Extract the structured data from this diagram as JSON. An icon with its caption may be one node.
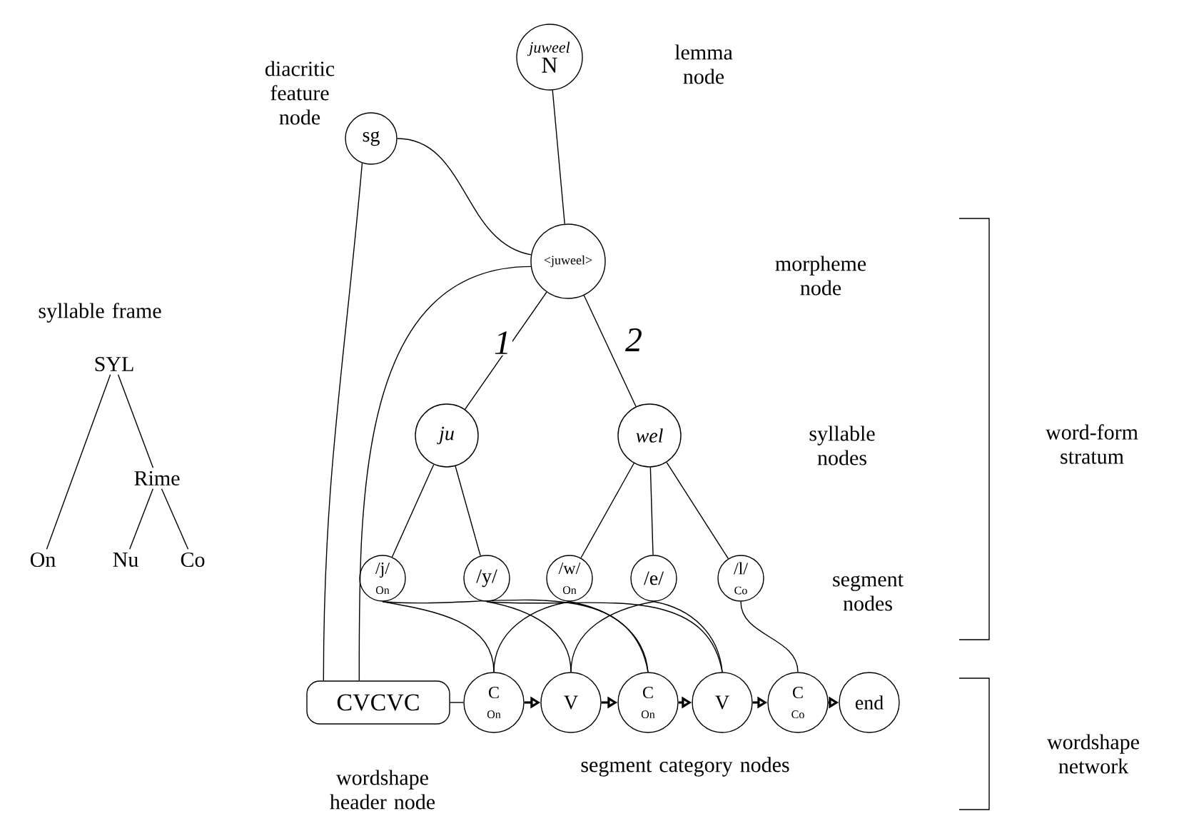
{
  "diagram": {
    "nodes": [
      {
        "text": [
          "juweel",
          "N"
        ]
      },
      {
        "text": [
          "sg"
        ]
      },
      {
        "text": [
          "<juweel>"
        ]
      },
      {
        "text": [
          "ju"
        ]
      },
      {
        "text": [
          "wel"
        ]
      },
      {
        "text": [
          "/j/",
          "On"
        ]
      },
      {
        "text": [
          "/y/"
        ]
      },
      {
        "text": [
          "/w/",
          "On"
        ]
      },
      {
        "text": [
          "/e/"
        ]
      },
      {
        "text": [
          "/l/",
          "Co"
        ]
      },
      {
        "text": [
          "CVCVC"
        ]
      },
      {
        "text": [
          "C",
          "On"
        ]
      },
      {
        "text": [
          "V"
        ]
      },
      {
        "text": [
          "C",
          "On"
        ]
      },
      {
        "text": [
          "V"
        ]
      },
      {
        "text": [
          "C",
          "Co"
        ]
      },
      {
        "text": [
          "end"
        ]
      },
      {
        "text": [
          "SYL"
        ]
      },
      {
        "text": [
          "Rime"
        ]
      },
      {
        "text": [
          "On"
        ]
      },
      {
        "text": [
          "Nu"
        ]
      },
      {
        "text": [
          "Co"
        ]
      }
    ],
    "edges": [
      {
        "from": 0,
        "to": 2,
        "arrow": "none"
      },
      {
        "from": 1,
        "to": 2,
        "arrow": "none"
      },
      {
        "from": 1,
        "to": 10,
        "arrow": "none"
      },
      {
        "from": 2,
        "to": 10,
        "arrow": "none"
      },
      {
        "from": 2,
        "to": 3,
        "arrow": "none",
        "label": "1"
      },
      {
        "from": 2,
        "to": 4,
        "arrow": "none",
        "label": "2"
      },
      {
        "from": 3,
        "to": 5,
        "arrow": "none"
      },
      {
        "from": 3,
        "to": 6,
        "arrow": "none"
      },
      {
        "from": 4,
        "to": 7,
        "arrow": "none"
      },
      {
        "from": 4,
        "to": 8,
        "arrow": "none"
      },
      {
        "from": 4,
        "to": 9,
        "arrow": "none"
      },
      {
        "from": 5,
        "to": 11,
        "arrow": "none"
      },
      {
        "from": 5,
        "to": 13,
        "arrow": "none"
      },
      {
        "from": 6,
        "to": 12,
        "arrow": "none"
      },
      {
        "from": 6,
        "to": 14,
        "arrow": "none"
      },
      {
        "from": 7,
        "to": 11,
        "arrow": "none"
      },
      {
        "from": 7,
        "to": 13,
        "arrow": "none"
      },
      {
        "from": 8,
        "to": 12,
        "arrow": "none"
      },
      {
        "from": 8,
        "to": 14,
        "arrow": "none"
      },
      {
        "from": 9,
        "to": 15,
        "arrow": "none"
      },
      {
        "from": 10,
        "to": 11,
        "arrow": "none"
      },
      {
        "from": 11,
        "to": 12,
        "arrow": "to"
      },
      {
        "from": 12,
        "to": 13,
        "arrow": "to"
      },
      {
        "from": 13,
        "to": 14,
        "arrow": "to"
      },
      {
        "from": 14,
        "to": 15,
        "arrow": "to"
      },
      {
        "from": 15,
        "to": 16,
        "arrow": "to"
      },
      {
        "from": 17,
        "to": 19,
        "arrow": "none"
      },
      {
        "from": 17,
        "to": 18,
        "arrow": "none"
      },
      {
        "from": 18,
        "to": 20,
        "arrow": "none"
      },
      {
        "from": 18,
        "to": 21,
        "arrow": "none"
      }
    ],
    "labels": [
      "diacritic feature node",
      "lemma node",
      "syllable frame",
      "morpheme node",
      "syllable nodes",
      "word-form stratum",
      "segment nodes",
      "wordshape network",
      "wordshape header node",
      "segment category nodes"
    ]
  }
}
